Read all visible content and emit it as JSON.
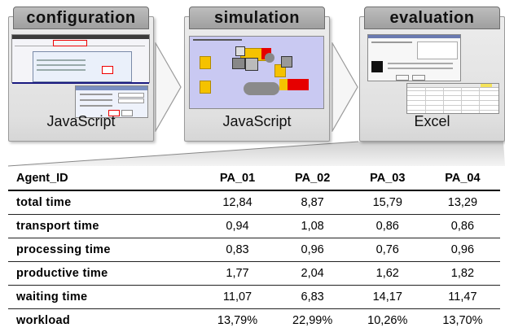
{
  "stages": [
    {
      "title": "configuration",
      "tool": "JavaScript"
    },
    {
      "title": "simulation",
      "tool": "JavaScript"
    },
    {
      "title": "evaluation",
      "tool": "Excel"
    }
  ],
  "table": {
    "header": [
      "Agent_ID",
      "PA_01",
      "PA_02",
      "PA_03",
      "PA_04"
    ],
    "rows": [
      {
        "label": "total time",
        "values": [
          "12,84",
          "8,87",
          "15,79",
          "13,29"
        ]
      },
      {
        "label": "transport time",
        "values": [
          "0,94",
          "1,08",
          "0,86",
          "0,86"
        ]
      },
      {
        "label": "processing time",
        "values": [
          "0,83",
          "0,96",
          "0,76",
          "0,96"
        ]
      },
      {
        "label": "productive time",
        "values": [
          "1,77",
          "2,04",
          "1,62",
          "1,82"
        ]
      },
      {
        "label": "waiting time",
        "values": [
          "11,07",
          "6,83",
          "14,17",
          "11,47"
        ]
      },
      {
        "label": "workload",
        "values": [
          "13,79%",
          "22,99%",
          "10,26%",
          "13,70%"
        ]
      }
    ]
  },
  "colors": {
    "tab": "#a8a8a8",
    "sim_background": "#c9c9f2",
    "sim_yellow": "#f5c200",
    "sim_red": "#e60000"
  }
}
